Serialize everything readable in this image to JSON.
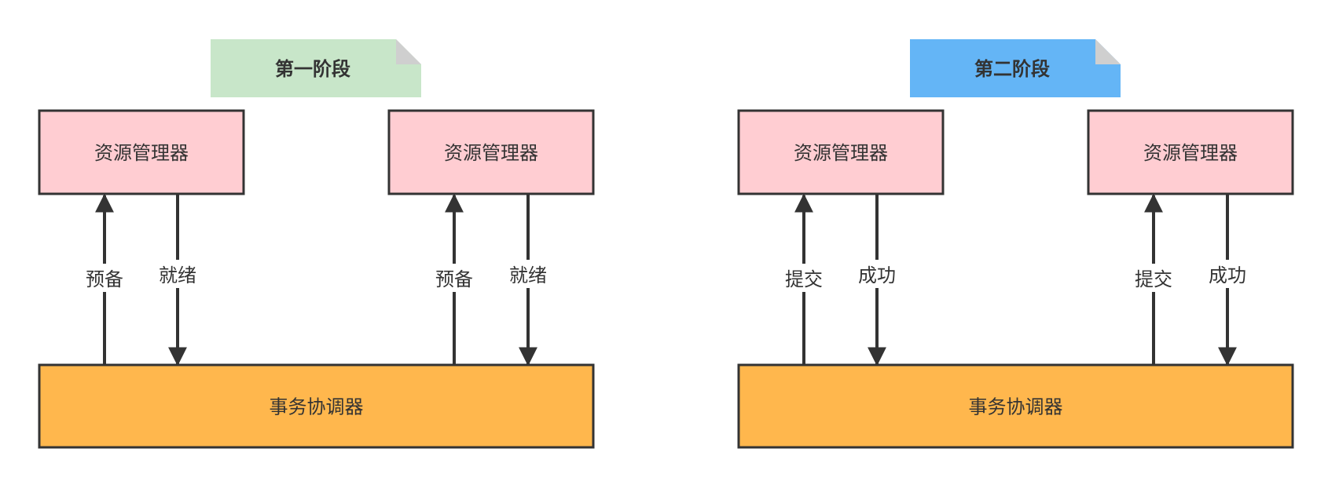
{
  "colors": {
    "resource_manager_fill": "#FFCDD2",
    "coordinator_fill": "#FFB74D",
    "phase1_note_fill": "#C8E6C9",
    "phase2_note_fill": "#64B5F6",
    "note_fold": "#CFCFCF",
    "stroke": "#333333"
  },
  "phases": [
    {
      "note": {
        "label": "第一阶段"
      },
      "resource_managers": [
        {
          "label": "资源管理器"
        },
        {
          "label": "资源管理器"
        }
      ],
      "coordinator": {
        "label": "事务协调器"
      },
      "edges": [
        {
          "label": "预备",
          "direction": "up"
        },
        {
          "label": "就绪",
          "direction": "down"
        },
        {
          "label": "预备",
          "direction": "up"
        },
        {
          "label": "就绪",
          "direction": "down"
        }
      ]
    },
    {
      "note": {
        "label": "第二阶段"
      },
      "resource_managers": [
        {
          "label": "资源管理器"
        },
        {
          "label": "资源管理器"
        }
      ],
      "coordinator": {
        "label": "事务协调器"
      },
      "edges": [
        {
          "label": "提交",
          "direction": "up"
        },
        {
          "label": "成功",
          "direction": "down"
        },
        {
          "label": "提交",
          "direction": "up"
        },
        {
          "label": "成功",
          "direction": "down"
        }
      ]
    }
  ]
}
